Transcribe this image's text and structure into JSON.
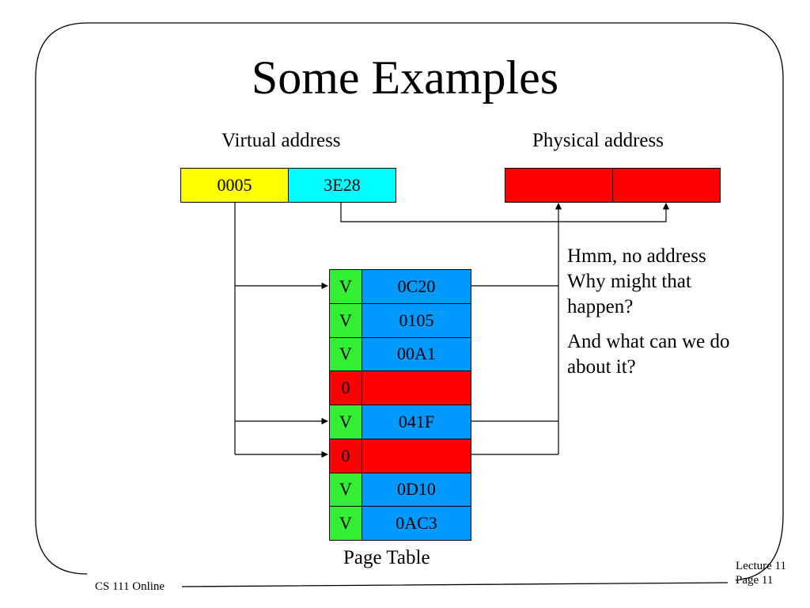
{
  "title": "Some Examples",
  "virtual_address": {
    "label": "Virtual address",
    "page": "0005",
    "offset": "3E28",
    "page_color": "#ffff00",
    "offset_color": "#00ffff"
  },
  "physical_address": {
    "label": "Physical address",
    "page": "",
    "offset": "",
    "color": "#ff0000"
  },
  "page_table": {
    "caption": "Page Table",
    "valid_color": "#33ee33",
    "frame_color": "#0099ff",
    "invalid_color": "#ff0000",
    "rows": [
      {
        "flag": "V",
        "frame": "0C20",
        "valid": true
      },
      {
        "flag": "V",
        "frame": "0105",
        "valid": true
      },
      {
        "flag": "V",
        "frame": "00A1",
        "valid": true
      },
      {
        "flag": "0",
        "frame": "",
        "valid": false
      },
      {
        "flag": "V",
        "frame": "041F",
        "valid": true
      },
      {
        "flag": "0",
        "frame": "",
        "valid": false
      },
      {
        "flag": "V",
        "frame": "0D10",
        "valid": true
      },
      {
        "flag": "V",
        "frame": "0AC3",
        "valid": true
      }
    ]
  },
  "notes": [
    "Hmm, no address",
    "Why might that",
    "happen?",
    "And what can we do",
    "about it?"
  ],
  "footer": {
    "course": "CS 111 Online",
    "lecture": "Lecture 11",
    "page": "Page 11"
  }
}
